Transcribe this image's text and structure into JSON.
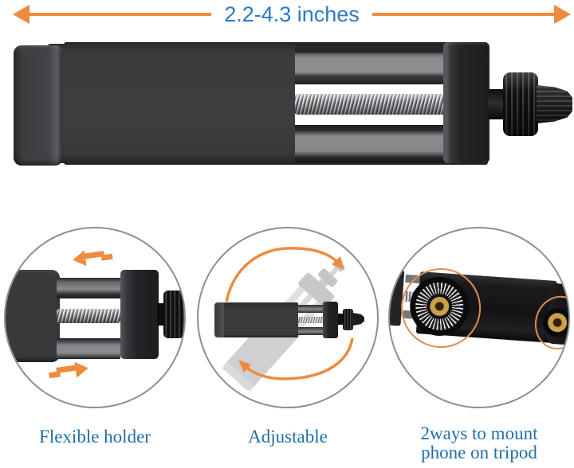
{
  "measurement": {
    "label": "2.2-4.3 inches"
  },
  "features": [
    {
      "caption": "Flexible holder",
      "icon": "slide-arrows-icon"
    },
    {
      "caption": "Adjustable",
      "icon": "rotate-arrows-icon"
    },
    {
      "caption_lines": [
        "2ways to mount",
        "phone on tripod"
      ],
      "icon": "thread-mount-holes-icon"
    }
  ],
  "colors": {
    "accent_orange": "#ED8B3E",
    "measurement_text_blue": "#2E79C8",
    "caption_text_blue": "#1E6EA9",
    "brass_thread_gold": "#CAA14A",
    "product_body_dark": "#3B3B3E"
  }
}
